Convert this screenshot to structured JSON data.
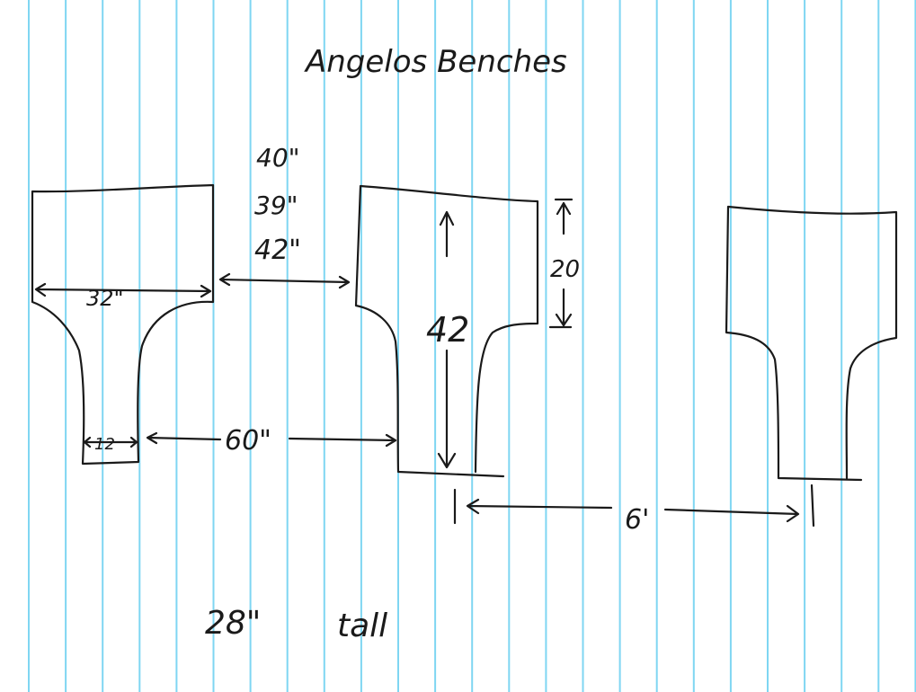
{
  "title": "Angelos Benches",
  "dimensions": {
    "gap_options": [
      "40\"",
      "39\"",
      "42\""
    ],
    "left_width": "32\"",
    "left_stem_width": "12",
    "stem_gap": "60\"",
    "middle_height": "42",
    "middle_top_height": "20",
    "bench_spacing": "6'",
    "height": "28\"",
    "height_label": "tall"
  },
  "colors": {
    "ink": "#1a1a1a",
    "rule": "#7fd6f2"
  }
}
